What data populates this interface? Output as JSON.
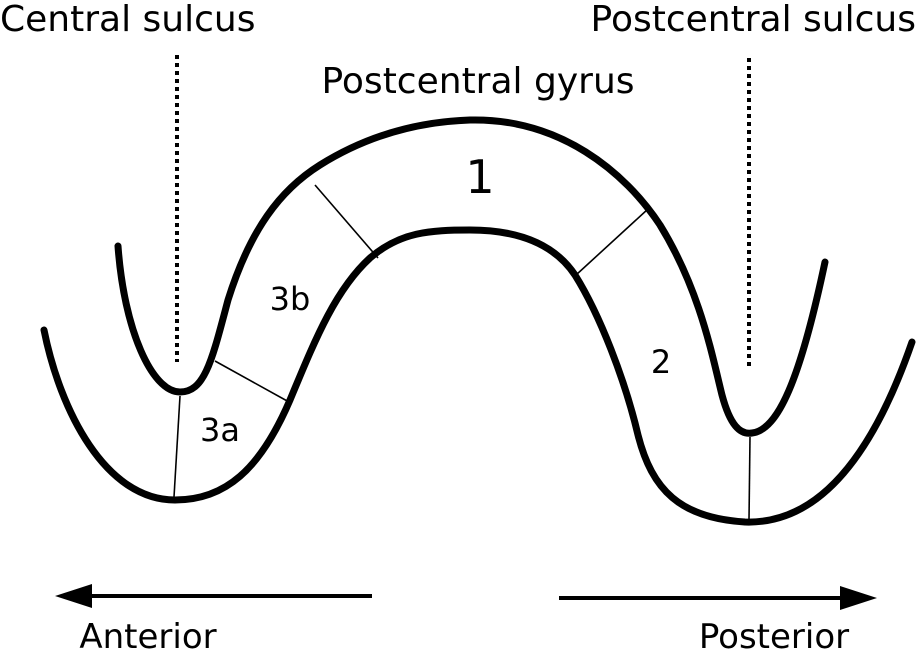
{
  "labels": {
    "central_sulcus": "Central sulcus",
    "postcentral_sulcus": "Postcentral sulcus",
    "postcentral_gyrus": "Postcentral gyrus",
    "area_1": "1",
    "area_2": "2",
    "area_3a": "3a",
    "area_3b": "3b",
    "anterior": "Anterior",
    "posterior": "Posterior"
  },
  "colors": {
    "stroke": "#000000",
    "background": "#ffffff"
  }
}
